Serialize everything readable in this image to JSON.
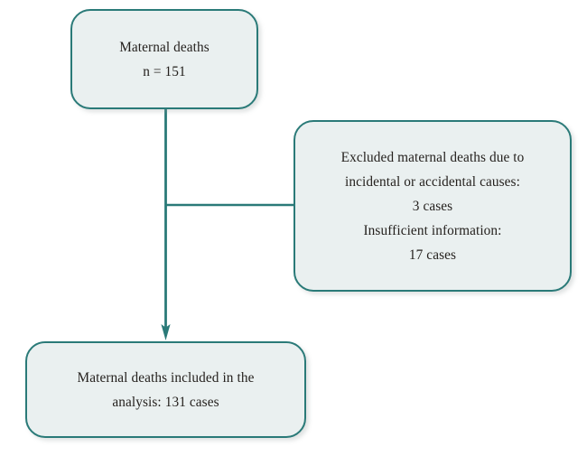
{
  "diagram": {
    "type": "flowchart",
    "title_visible": false,
    "background_color": "#ffffff",
    "node_fill_color": "#eaf0f0",
    "node_border_color": "#2a7a78",
    "connector_color": "#2a7a78",
    "text_color": "#231f1c",
    "nodes": [
      {
        "id": "maternal-deaths",
        "name": "maternal-deaths-node",
        "text": "Maternal deaths\nn = 151",
        "lines": [
          "Maternal deaths",
          "n = 151"
        ],
        "count": 151
      },
      {
        "id": "excluded-deaths",
        "name": "excluded-deaths-node",
        "text": "Excluded maternal deaths due to\nincidental or accidental causes:\n3 cases\nInsufficient information:\n17 cases",
        "lines": [
          "Excluded maternal deaths due to",
          "incidental or accidental causes:",
          "3 cases",
          "Insufficient information:",
          "17 cases"
        ],
        "excluded_incidental_accidental_cases": 3,
        "insufficient_information_cases": 17
      },
      {
        "id": "included-deaths",
        "name": "included-deaths-node",
        "text": "Maternal deaths included in the\nanalysis: 131 cases",
        "lines": [
          "Maternal deaths included in the",
          "analysis: 131 cases"
        ],
        "count": 131
      }
    ],
    "connectors": [
      {
        "id": "main-vertical",
        "name": "arrow-maternal-to-included",
        "from": "maternal-deaths",
        "to": "included-deaths",
        "arrowhead": true,
        "label": ""
      },
      {
        "id": "branch-horizontal",
        "name": "line-branch-to-excluded",
        "from": "maternal-deaths",
        "to": "excluded-deaths",
        "arrowhead": false,
        "label": ""
      }
    ]
  }
}
